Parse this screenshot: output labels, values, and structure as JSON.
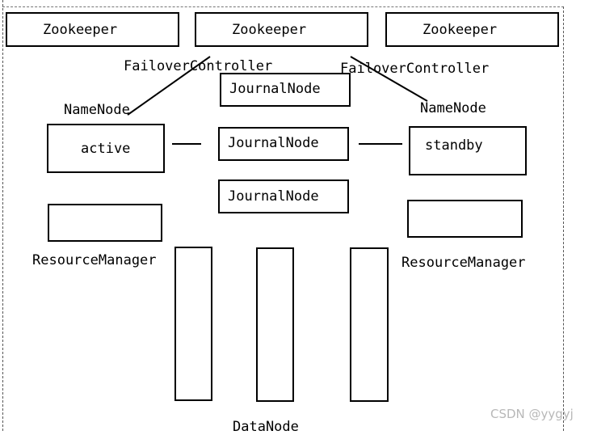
{
  "zookeepers": [
    "Zookeeper",
    "Zookeeper",
    "Zookeeper"
  ],
  "failover_controller_left": "FailoverController",
  "failover_controller_right": "FailoverController",
  "namenode_left_label": "NameNode",
  "namenode_right_label": "NameNode",
  "namenode_active_state": "active",
  "namenode_standby_state": "standby",
  "journalnodes": [
    "JournalNode",
    "JournalNode",
    "JournalNode"
  ],
  "resourcemanager_left_label": "ResourceManager",
  "resourcemanager_right_label": "ResourceManager",
  "datanode_label": "DataNode",
  "watermark": "CSDN @yygyj"
}
